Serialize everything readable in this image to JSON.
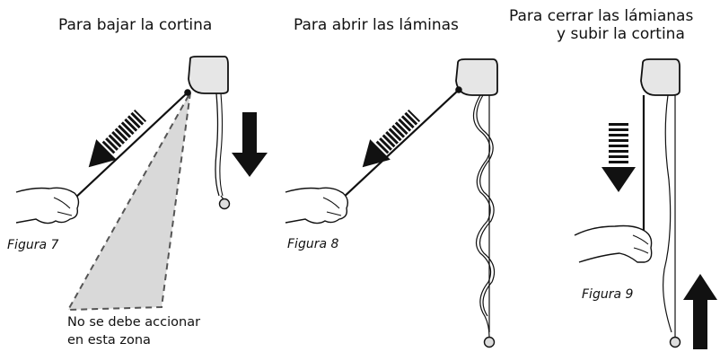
{
  "panel1": {
    "caption": "Para bajar la cortina",
    "figure": "Figura 7",
    "note_line1": "No se debe accionar",
    "note_line2": "en esta zona"
  },
  "panel2": {
    "caption": "Para abrir las láminas",
    "figure": "Figura 8"
  },
  "panel3": {
    "caption_line1": "Para cerrar las lámianas",
    "caption_line2": "y subir la cortina",
    "figure": "Figura 9"
  },
  "icons": [
    "motor-housing-icon",
    "wand-icon",
    "hand-icon",
    "pull-arrow-icon",
    "down-arrow-icon",
    "up-arrow-icon",
    "cord-weight-icon",
    "forbidden-zone-icon"
  ],
  "colors": {
    "ink": "#111111",
    "zone": "#d9d9d9",
    "housing": "#e6e6e6"
  }
}
